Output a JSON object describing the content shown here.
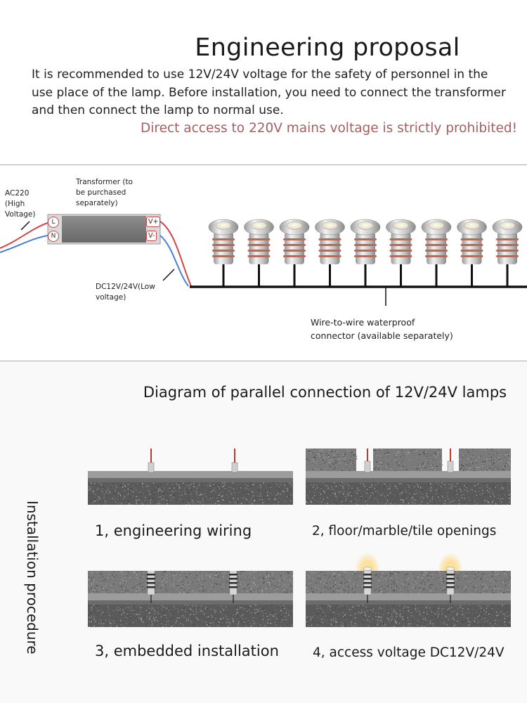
{
  "header": {
    "title": "Engineering proposal",
    "intro": "It is recommended to use 12V/24V voltage for the safety of personnel in the use place of the lamp. Before installation, you need to connect the transformer and then connect the lamp to normal use.",
    "warning": "Direct access to 220V mains voltage is strictly prohibited!"
  },
  "wiring_diagram": {
    "ac_label": "AC220\n(High\nVoltage)",
    "transformer_label": "Transformer (to\nbe purchased\nseparately)",
    "terminal_l": "L",
    "terminal_n": "N",
    "terminal_vplus": "V+",
    "terminal_vminus": "V-",
    "dc_label": "DC12V/24V(Low\nvoltage)",
    "connector_label": "Wire-to-wire waterproof\nconnector (available separately)",
    "lamp_count": 9
  },
  "installation": {
    "section_title": "Diagram of parallel connection of 12V/24V lamps",
    "vertical_label": "Installation procedure",
    "steps": [
      {
        "label": "1, engineering wiring"
      },
      {
        "label": "2, floor/marble/tile openings"
      },
      {
        "label": "3, embedded installation"
      },
      {
        "label": "4, access voltage DC12V/24V"
      }
    ]
  },
  "colors": {
    "warning_text": "#a26060",
    "wire_red": "#d04747",
    "wire_blue": "#4c7fd0",
    "lamp_ring": "#c8644a",
    "ground": "#5a5a5a"
  }
}
